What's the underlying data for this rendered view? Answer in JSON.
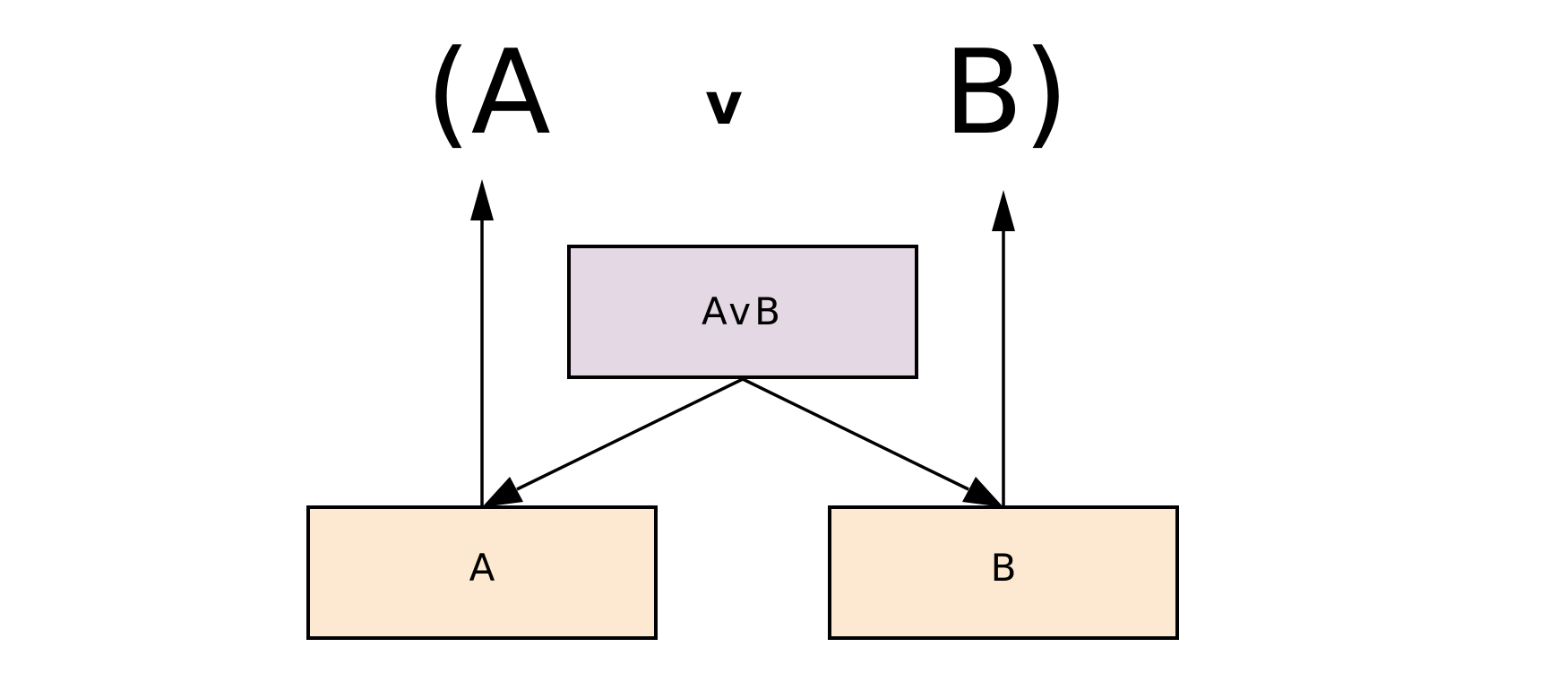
{
  "formula": {
    "open_a": "(A",
    "operator": "v",
    "b_close": "B)"
  },
  "nodes": {
    "top": {
      "label": "AvB",
      "fill": "#e3d8e3"
    },
    "left": {
      "label": "A",
      "fill": "#fde9d1"
    },
    "right": {
      "label": "B",
      "fill": "#fde9d1"
    }
  },
  "colors": {
    "stroke": "#000000",
    "background": "#ffffff"
  }
}
